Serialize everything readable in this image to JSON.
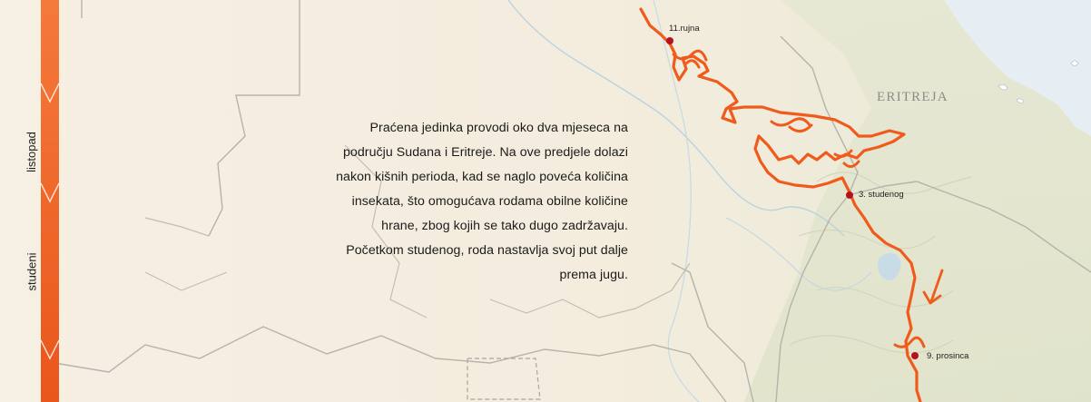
{
  "timeline": {
    "months": [
      "listopad",
      "studeni"
    ]
  },
  "story": {
    "lines": [
      "Praćena jedinka provodi oko dva mjeseca na",
      "području Sudana i Eritreje. Na ove predjele dolazi",
      "nakon kišnih perioda, kad se naglo poveća količina",
      "insekata, što omogućava rodama obilne količine",
      "hrane, zbog kojih se tako dugo zadržavaju.",
      "Početkom studenog, roda nastavlja svoj put dalje",
      "prema jugu."
    ]
  },
  "map": {
    "country_label": "ERITREJA",
    "date_markers": [
      "11.rujna",
      "3. studenog",
      "9. prosinca"
    ],
    "track_color": "#f05a1a",
    "marker_color": "#b3121e"
  }
}
